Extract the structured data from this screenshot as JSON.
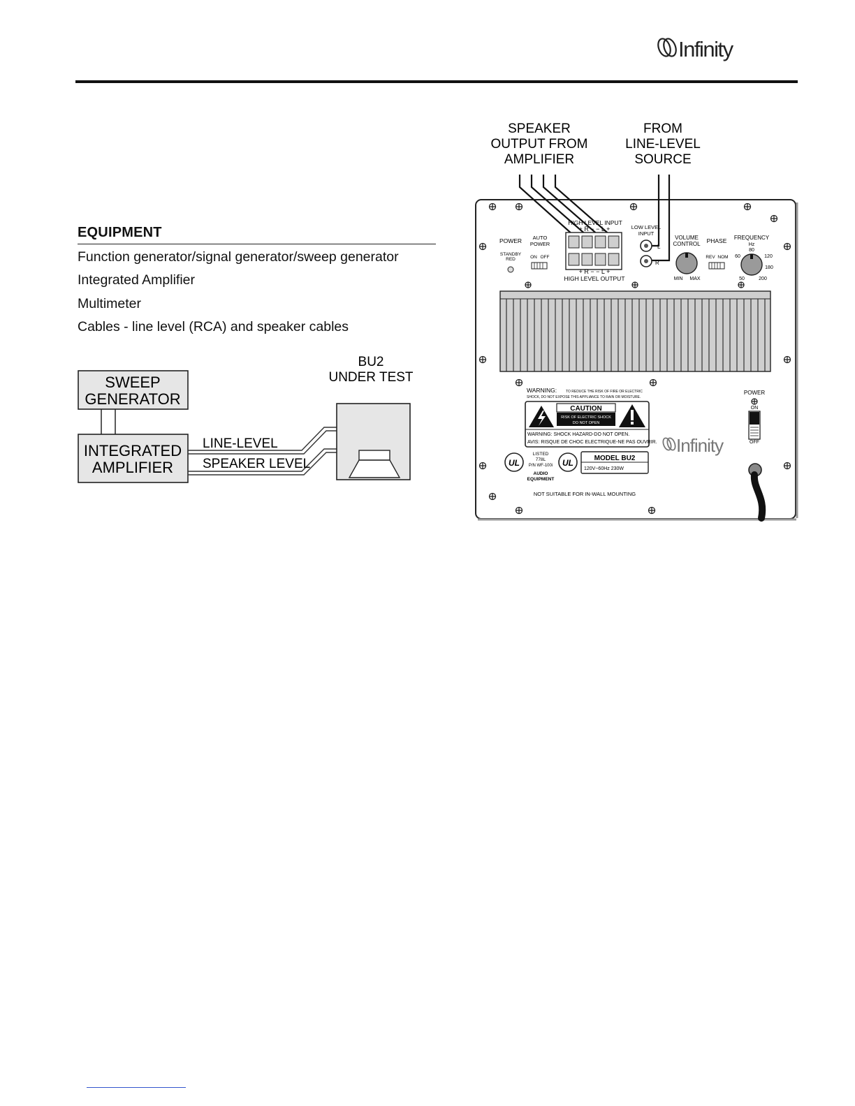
{
  "header": {
    "logo_text": "Infinity"
  },
  "equipment": {
    "heading": "EQUIPMENT",
    "items": [
      "Function generator/signal generator/sweep generator",
      "Integrated Amplifier",
      "Multimeter",
      "Cables - line level (RCA) and speaker cables"
    ]
  },
  "setup_diagram": {
    "sweep_line1": "SWEEP",
    "sweep_line2": "GENERATOR",
    "amp_line1": "INTEGRATED",
    "amp_line2": "AMPLIFIER",
    "line_level": "LINE-LEVEL",
    "speaker_level": "SPEAKER LEVEL",
    "dut_line1": "BU2",
    "dut_line2": "UNDER TEST"
  },
  "panel": {
    "callout_left": [
      "SPEAKER",
      "OUTPUT FROM",
      "AMPLIFIER"
    ],
    "callout_right": [
      "FROM",
      "LINE-LEVEL",
      "SOURCE"
    ],
    "high_level_input": "HIGH LEVEL INPUT",
    "high_level_output": "HIGH LEVEL OUTPUT",
    "terminal_top": "+ R −   − L +",
    "terminal_bottom": "+ R −   − L +",
    "power": "POWER",
    "standby": "STANDBY",
    "red": "RED",
    "auto_power_1": "AUTO",
    "auto_power_2": "POWER",
    "on": "ON",
    "off": "OFF",
    "low_level_input_1": "LOW LEVEL",
    "low_level_input_2": "INPUT",
    "jack_l": "L",
    "jack_r": "R",
    "volume_1": "VOLUME",
    "volume_2": "CONTROL",
    "min": "MIN",
    "max": "MAX",
    "phase": "PHASE",
    "rev": "REV",
    "nom": "NOM",
    "frequency_1": "FREQUENCY",
    "frequency_2": "Hz",
    "freq_ticks": [
      "60",
      "80",
      "120",
      "180",
      "50",
      "200"
    ],
    "warning_title": "WARNING:",
    "warning_line1": "TO REDUCE THE RISK OF FIRE OR ELECTRIC",
    "warning_line2": "SHOCK, DO NOT EXPOSE THIS APPLIANCE TO RAIN OR MOISTURE.",
    "caution": "CAUTION",
    "caution_sub1": "RISK OF ELECTRIC SHOCK",
    "caution_sub2": "DO NOT OPEN",
    "shock_en": "WARNING: SHOCK HAZARD-DO NOT OPEN.",
    "shock_fr": "AVIS: RISQUE DE CHOC ELECTRIQUE-NE PAS OUVRIR.",
    "brand": "Infinity",
    "ul_mark": "UL",
    "listed": "LISTED",
    "listed_num": "778L",
    "pn": "P/N WF-100i",
    "audio_1": "AUDIO",
    "audio_2": "EQUIPMENT",
    "model": "MODEL  BU2",
    "rating": "120V~60Hz 230W",
    "power_switch": "POWER",
    "switch_on": "ON",
    "switch_off": "OFF",
    "mounting": "NOT SUITABLE FOR IN-WALL MOUNTING"
  }
}
